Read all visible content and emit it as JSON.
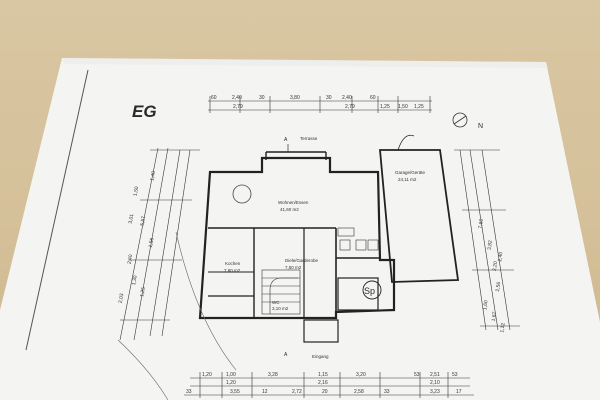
{
  "plan": {
    "floor_label": "EG",
    "terrace_label": "Terrasse",
    "garage_label": "Garage/Geräte",
    "garage_area": "24,11 m2",
    "living_label": "Wohnen/Essen",
    "living_area": "41,60 m2",
    "kitchen_label": "Kochen",
    "kitchen_area": "7,80 m2",
    "hall_label": "Diele/Garderobe",
    "hall_area": "7,50 m2",
    "wc_label": "WC",
    "wc_area": "3,10 m2",
    "storage_symbol": "Sp",
    "entrance_label": "Eingang",
    "section_marker": "A",
    "north_marker": "N",
    "top_dims": [
      "60",
      "2,40",
      "30",
      "3,80",
      "30",
      "2,40",
      "60",
      "2,79",
      "2,79",
      "1,25",
      "1,50",
      "1,25"
    ],
    "bottom_dims_row1": [
      "1,20",
      "1,00",
      "3,28",
      "1,15",
      "3,20",
      "53",
      "2,51",
      "53"
    ],
    "bottom_dims_row2": [
      "1,20",
      "2,16",
      "2,10"
    ],
    "bottom_dims_row3": [
      "33",
      "3,55",
      "12",
      "2,72",
      "20",
      "2,58",
      "33",
      "3,23",
      "17"
    ],
    "left_dims": [
      "3,01",
      "5,57",
      "1,50",
      "2,40",
      "1,30",
      "1,25",
      "2,03",
      "1,56",
      "1,40"
    ],
    "right_dims": [
      "7,66",
      "3,82",
      "2,20",
      "2,56",
      "2,40",
      "1,60",
      "1,67",
      "1,12"
    ]
  }
}
